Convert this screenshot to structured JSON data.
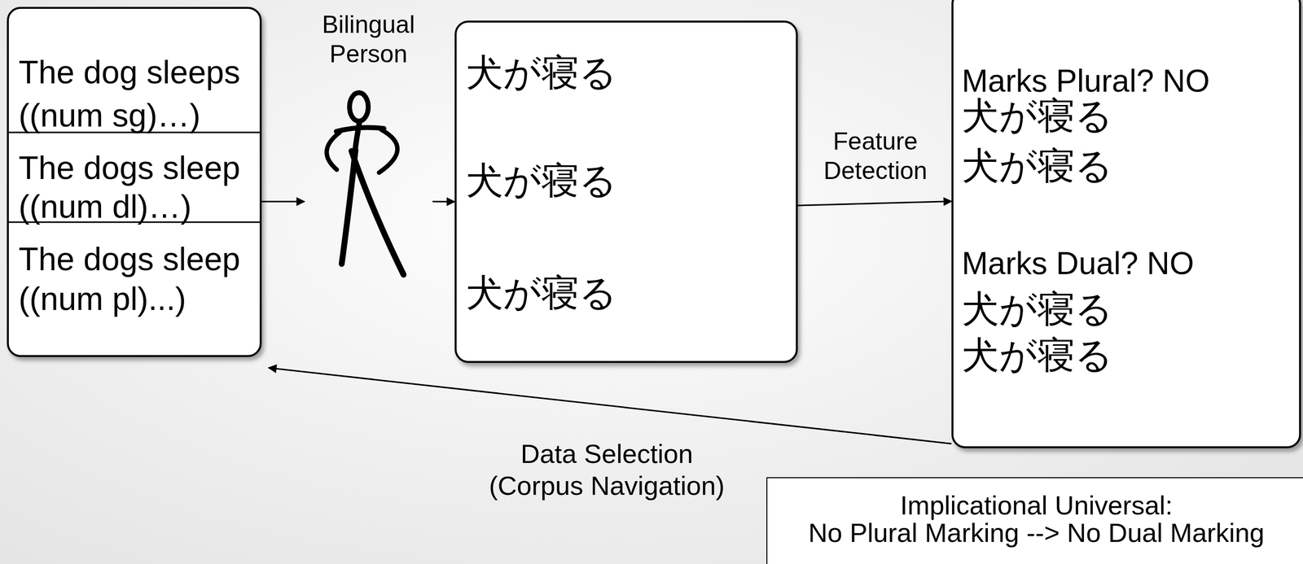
{
  "diagram": {
    "nodes": [
      {
        "text": [
          "The dog sleeps",
          "((num sg)…)",
          "The dogs sleep",
          "((num dl)…)",
          "The dogs sleep",
          "((num pl)...)"
        ]
      },
      {
        "text": [
          "Bilingual Person"
        ]
      },
      {
        "text": [
          "犬が寝る",
          "犬が寝る",
          "犬が寝る"
        ]
      },
      {
        "text": [
          "Marks Plural? NO",
          "犬が寝る",
          "犬が寝る",
          "Marks Dual? NO",
          "犬が寝る",
          "犬が寝る"
        ]
      },
      {
        "text": [
          "Implicational Universal:",
          "No Plural Marking --> No Dual Marking"
        ]
      }
    ],
    "edges": [
      {
        "from": 0,
        "to": 1,
        "arrow": "to"
      },
      {
        "from": 1,
        "to": 2,
        "arrow": "to"
      },
      {
        "from": 2,
        "to": 3,
        "label": "Feature Detection",
        "arrow": "to"
      },
      {
        "from": 3,
        "to": 0,
        "label": "Data Selection (Corpus Navigation)",
        "arrow": "to"
      }
    ]
  }
}
